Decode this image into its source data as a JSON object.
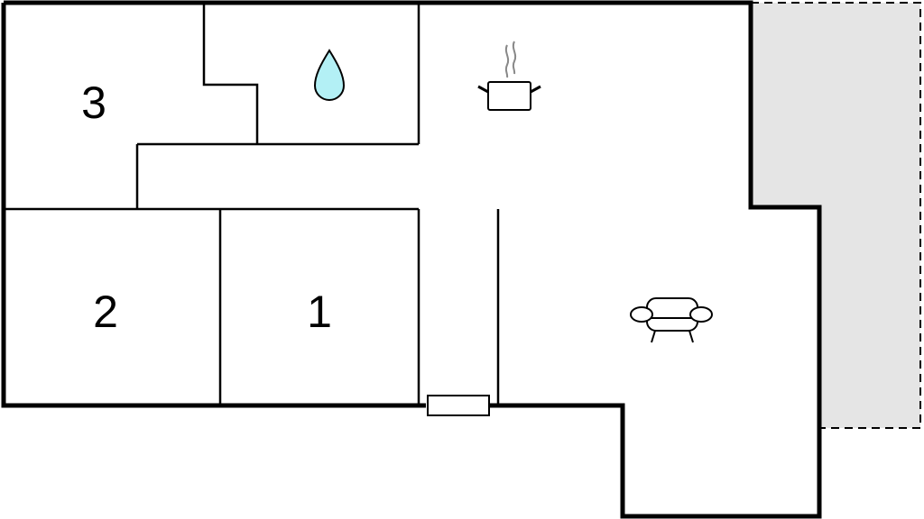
{
  "floor_plan": {
    "rooms": [
      {
        "id": "room-3",
        "label": "3"
      },
      {
        "id": "room-2",
        "label": "2"
      },
      {
        "id": "room-1",
        "label": "1"
      }
    ],
    "icons": [
      {
        "id": "bathroom",
        "icon": "water-drop-icon"
      },
      {
        "id": "kitchen",
        "icon": "cooking-pot-icon"
      },
      {
        "id": "living-room",
        "icon": "sofa-icon"
      }
    ],
    "colors": {
      "wall": "#000000",
      "terrace_fill": "#e5e5e5",
      "water_drop_fill": "#b3f0f5",
      "steam": "#888888"
    }
  }
}
